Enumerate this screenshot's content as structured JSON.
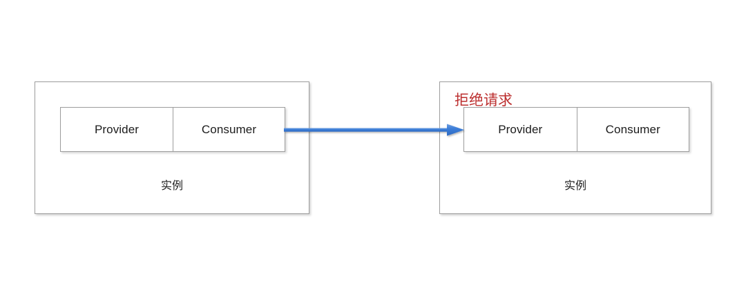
{
  "diagram": {
    "title": "",
    "colors": {
      "arrow_blue": "#3b7dd8",
      "annotation_red": "#bc2f2f",
      "box_border_gray": "#9c9c9c",
      "background": "#ffffff",
      "text": "#1b1b1b"
    },
    "instances": [
      {
        "id": "instance-left",
        "caption": "实例",
        "cells": [
          {
            "label": "Provider"
          },
          {
            "label": "Consumer"
          }
        ],
        "annotation": null
      },
      {
        "id": "instance-right",
        "caption": "实例",
        "cells": [
          {
            "label": "Provider"
          },
          {
            "label": "Consumer"
          }
        ],
        "annotation": "拒绝请求"
      }
    ],
    "connector": {
      "type": "arrow",
      "direction": "left-to-right",
      "from": "instance-left.Consumer",
      "to": "instance-right.Provider",
      "color": "#3b7dd8",
      "label": ""
    }
  }
}
